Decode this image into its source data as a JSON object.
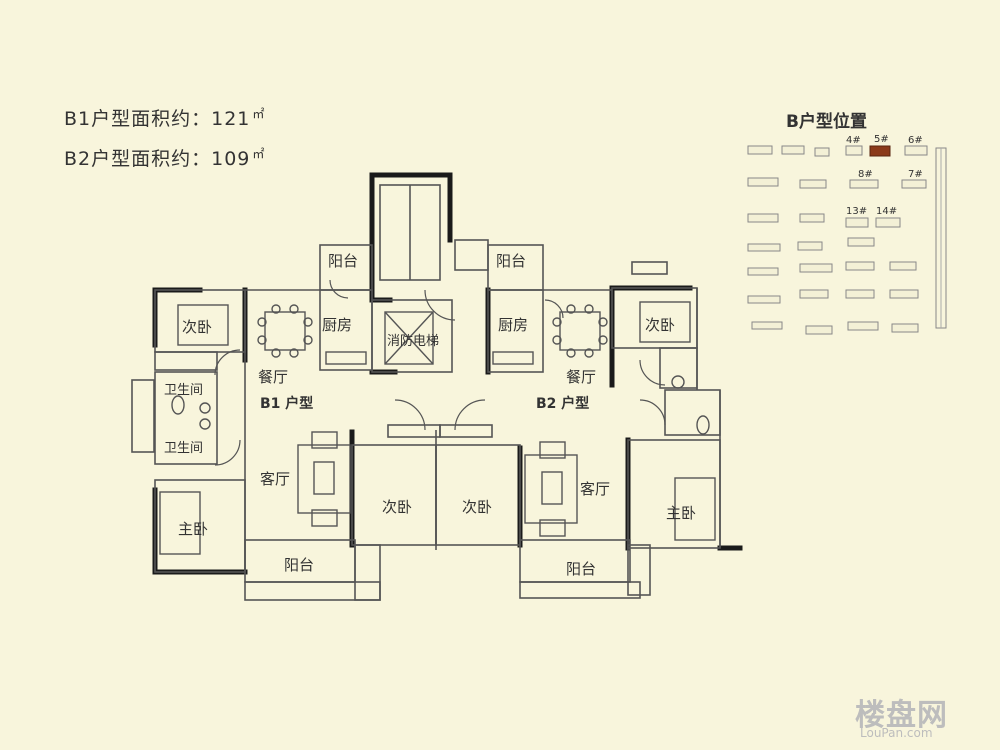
{
  "info": {
    "b1_area": "B1户型面积约：121",
    "b2_area": "B2户型面积约：109",
    "unit": "㎡"
  },
  "location": {
    "title": "B户型位置",
    "buildings": [
      "4#",
      "5#",
      "6#",
      "8#",
      "7#",
      "13#",
      "14#"
    ]
  },
  "rooms": {
    "b1_unit": "B1 户型",
    "b2_unit": "B2 户型",
    "balcony": "阳台",
    "kitchen": "厨房",
    "dining": "餐厅",
    "living": "客厅",
    "second_bedroom": "次卧",
    "master_bedroom": "主卧",
    "bathroom": "卫生间",
    "fire_elevator": "消防电梯"
  },
  "watermark": {
    "name": "楼盘网",
    "site": "LouPan.com"
  },
  "colors": {
    "background": "#f8f5dc",
    "wall": "#1a1a1a",
    "thin_line": "#555555",
    "highlight": "#8b3a1a"
  }
}
